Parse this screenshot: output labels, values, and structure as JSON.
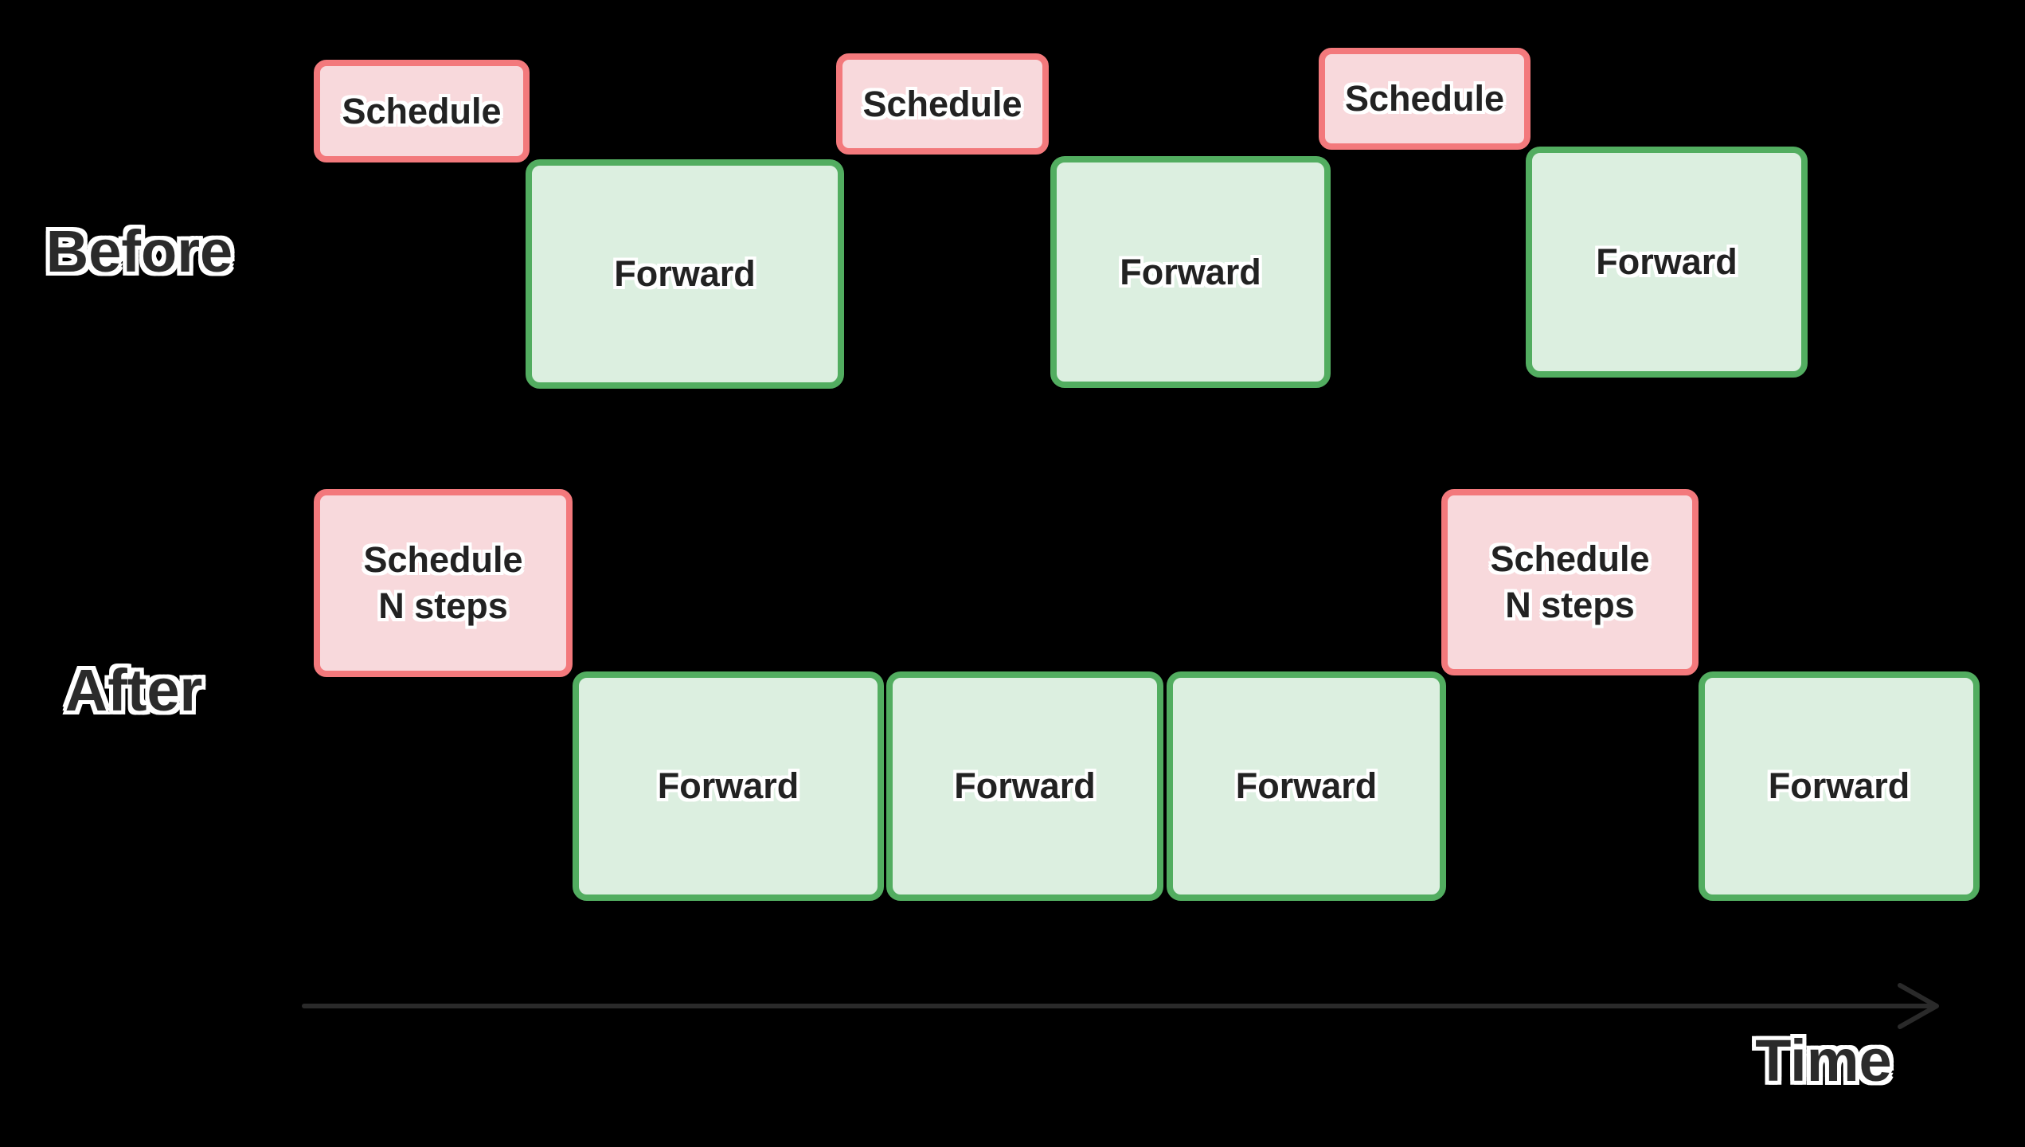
{
  "labels": {
    "before": "Before",
    "after": "After",
    "time": "Time"
  },
  "before_row": {
    "boxes": [
      {
        "kind": "schedule",
        "label": "Schedule"
      },
      {
        "kind": "forward",
        "label": "Forward"
      },
      {
        "kind": "schedule",
        "label": "Schedule"
      },
      {
        "kind": "forward",
        "label": "Forward"
      },
      {
        "kind": "schedule",
        "label": "Schedule"
      },
      {
        "kind": "forward",
        "label": "Forward"
      }
    ]
  },
  "after_row": {
    "boxes": [
      {
        "kind": "schedule",
        "label": "Schedule",
        "label_line2": "N steps"
      },
      {
        "kind": "forward",
        "label": "Forward"
      },
      {
        "kind": "forward",
        "label": "Forward"
      },
      {
        "kind": "forward",
        "label": "Forward"
      },
      {
        "kind": "schedule",
        "label": "Schedule",
        "label_line2": "N steps"
      },
      {
        "kind": "forward",
        "label": "Forward"
      }
    ]
  },
  "colors": {
    "background": "#000000",
    "schedule_fill": "#f8d9dc",
    "schedule_border": "#f3797c",
    "forward_fill": "#dcefe0",
    "forward_border": "#52ad60",
    "box_text": "#222222",
    "label_text": "#2b2b2b",
    "text_outline": "#ffffff",
    "axis": "#2a2a2a"
  }
}
